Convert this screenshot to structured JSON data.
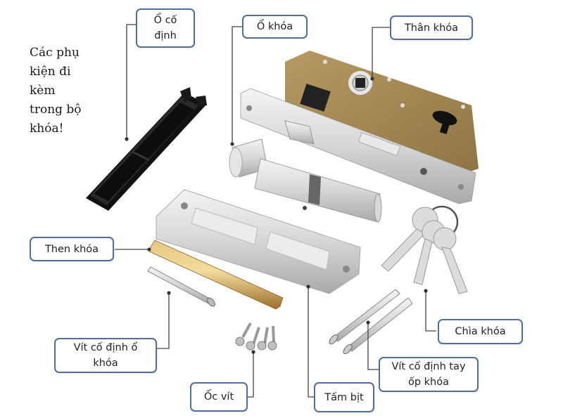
{
  "intro_text": "Các phụ\nkiện đi\nkèm\ntrong bộ\nkhóa!",
  "labels": {
    "o_co_dinh": "Ổ cố\nđịnh",
    "o_khoa": "Ổ khóa",
    "than_khoa": "Thân khóa",
    "then_khoa": "Then khóa",
    "vit_co_dinh_o_khoa": "Vít cố định ổ\nkhóa",
    "oc_vit": "Ốc vít",
    "tam_bit": "Tấm bịt",
    "vit_co_dinh_tay_op_khoa": "Vít cố định tay\nốp khóa",
    "chia_khoa": "Chìa khóa"
  },
  "colors": {
    "label_border": "#4f6f9a",
    "leader_line": "#444444",
    "lock_body": "#a58a55",
    "faceplate": "#cfcfcf",
    "spindle": "#c9993f",
    "black_part": "#1c1c1c"
  }
}
